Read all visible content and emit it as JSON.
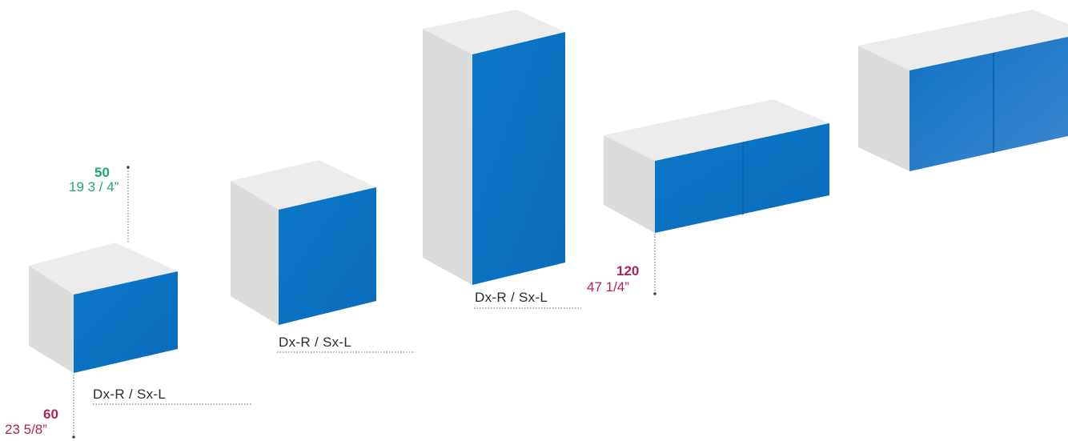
{
  "colors": {
    "door": "#0a74c4",
    "door_dark": "#075da6",
    "body_top": "#e9e9e9",
    "body_left": "#d9d9d9",
    "depth_green": "#1fa37a",
    "width_red": "#b0254a",
    "dotted": "#555555"
  },
  "cabinets": [
    {
      "id": "cabinet-small",
      "hinge_label": "Dx-R / Sx-L",
      "doors": 1
    },
    {
      "id": "cabinet-cube",
      "hinge_label": "Dx-R / Sx-L",
      "doors": 1
    },
    {
      "id": "cabinet-tall",
      "hinge_label": "Dx-R / Sx-L",
      "doors": 1
    },
    {
      "id": "cabinet-wide-low",
      "doors": 2
    },
    {
      "id": "cabinet-wide-high",
      "doors": 2
    }
  ],
  "dimensions": {
    "depth": {
      "cm": "50",
      "inch": "19 3 / 4”"
    },
    "width_small": {
      "cm": "60",
      "inch": "23 5/8”"
    },
    "width_wide": {
      "cm": "120",
      "inch": "47  1/4”"
    }
  }
}
